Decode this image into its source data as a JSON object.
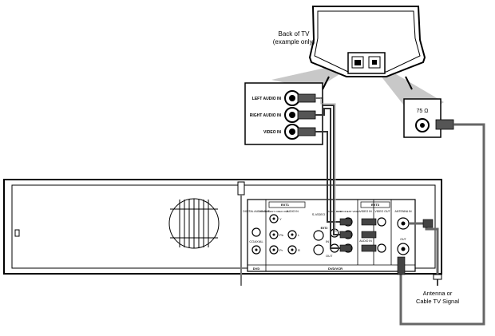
{
  "tv": {
    "caption_line1": "Back of TV",
    "caption_line2": "(example only)"
  },
  "tv_inputs": {
    "left_audio": "LEFT AUDIO IN",
    "right_audio": "RIGHT AUDIO IN",
    "video": "VIDEO IN"
  },
  "antenna_box": {
    "label": "75 Ω"
  },
  "recorder": {
    "ext1": "EXT1",
    "ext2": "EXT2",
    "ext3": "EXT3",
    "digital_audio_out": "DIGITAL AUDIO OUT",
    "component_video_out": "COMPONENT VIDEO OUT",
    "audio_in": "AUDIO IN",
    "s_video": "S-VIDEO",
    "audio_out": "AUDIO OUT",
    "component_video_out2": "COMPONENT VIDEO",
    "video_in": "VIDEO IN",
    "video_out": "VIDEO OUT",
    "antenna_in": "ANTENNA IN",
    "out": "OUT",
    "coaxial": "COAXIAL",
    "y": "Y",
    "pb": "Pb",
    "pr": "Pr",
    "l": "L",
    "r": "R",
    "in": "IN",
    "out2": "OUT",
    "dvd": "DVD",
    "dvd_vcr": "DVD/VCR"
  },
  "antenna_source": {
    "line1": "Antenna or",
    "line2": "Cable TV Signal"
  }
}
